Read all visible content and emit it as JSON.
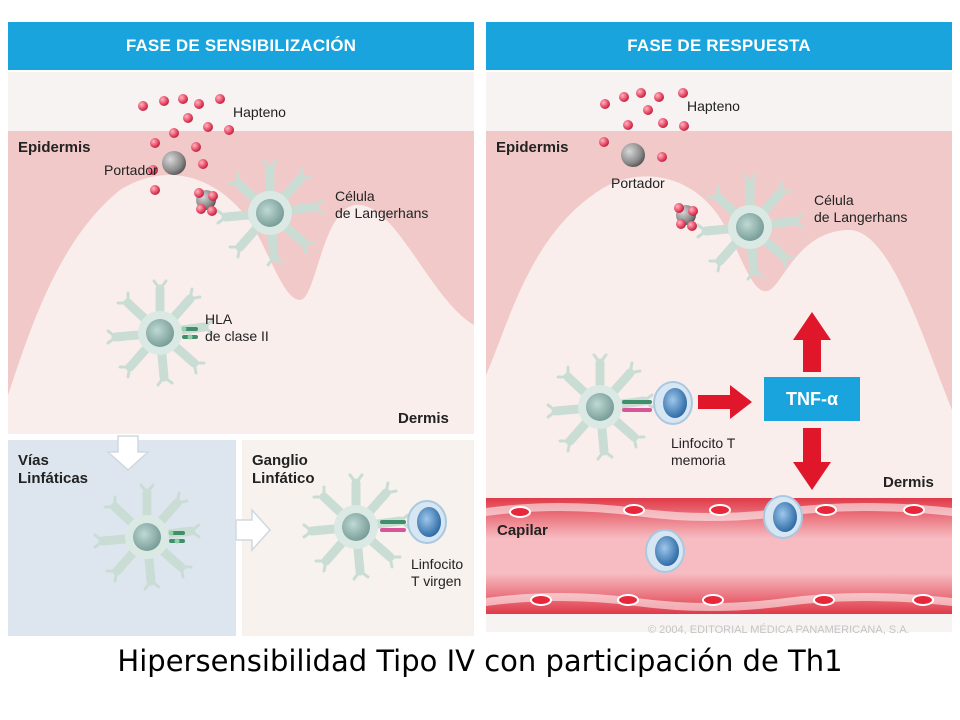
{
  "headers": {
    "left": "FASE DE SENSIBILIZACIÓN",
    "right": "FASE DE RESPUESTA"
  },
  "left_panel": {
    "hapteno": "Hapteno",
    "epidermis": "Epidermis",
    "portador": "Portador",
    "celula_langerhans": "Célula\nde Langerhans",
    "hla": "HLA\nde clase II",
    "dermis": "Dermis",
    "vias_linfaticas": "Vías\nLinfáticas",
    "ganglio_linfatico": "Ganglio\nLinfático",
    "linfocito_virgen": "Linfocito\nT virgen"
  },
  "right_panel": {
    "hapteno": "Hapteno",
    "epidermis": "Epidermis",
    "portador": "Portador",
    "celula_langerhans": "Célula\nde Langerhans",
    "linfocito_memoria": "Linfocito T\nmemoria",
    "tnf": "TNF-α",
    "dermis": "Dermis",
    "capilar": "Capilar"
  },
  "copyright": "© 2004, EDITORIAL MÉDICA PANAMERICANA, S.A.",
  "caption": "Hipersensibilidad Tipo IV con participación de Th1",
  "colors": {
    "header_blue": "#1aa4dd",
    "epidermis_pink": "#f2c9c9",
    "dermis_cream": "#faeeed",
    "lymph_blue": "#dde6ee",
    "node_cream": "#f7f2ee",
    "arrow_red": "#e0162b",
    "hapten_red": "#e8506a"
  }
}
